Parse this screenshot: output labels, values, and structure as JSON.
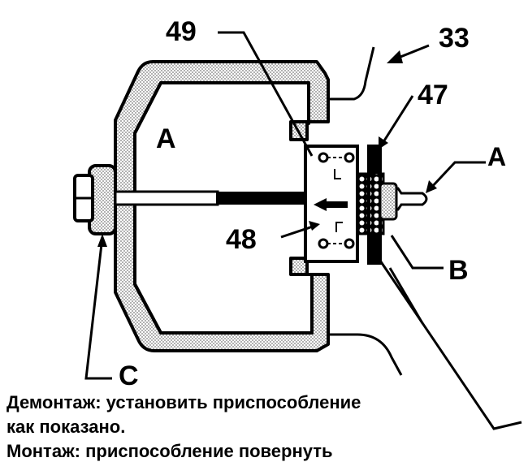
{
  "labels": {
    "l49": "49",
    "l33": "33",
    "l47": "47",
    "lA_inner": "A",
    "lA_outer": "A",
    "l48": "48",
    "lB": "B",
    "lC": "C"
  },
  "caption": {
    "line1": "Демонтаж: установить приспособление",
    "line2": "как показано.",
    "line3": "Монтаж: приспособление повернуть"
  },
  "colors": {
    "ink": "#000000",
    "stipple": "#9a9a9a",
    "background": "#ffffff"
  }
}
